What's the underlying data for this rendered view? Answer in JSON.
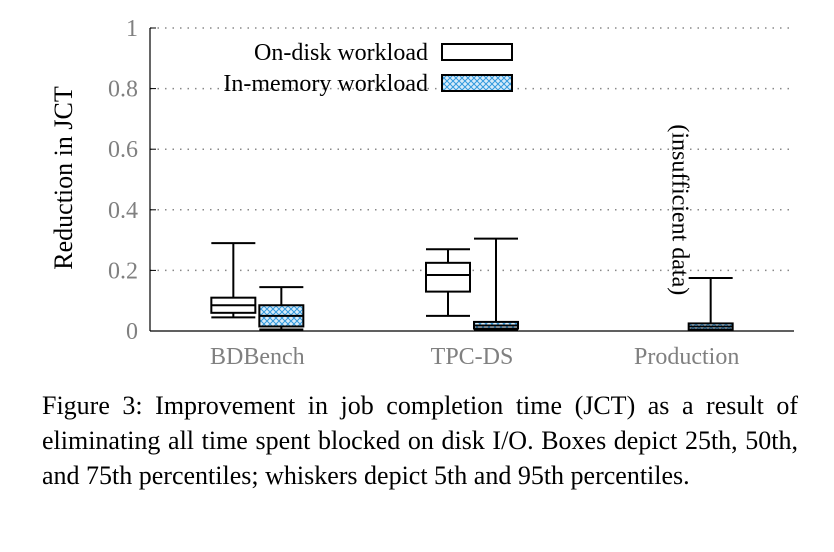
{
  "chart_data": {
    "type": "box",
    "title": "",
    "xlabel": "",
    "ylabel": "Reduction in JCT",
    "ylim": [
      0,
      1
    ],
    "yticks": [
      {
        "value": 0,
        "label": "0"
      },
      {
        "value": 0.2,
        "label": "0.2"
      },
      {
        "value": 0.4,
        "label": "0.4"
      },
      {
        "value": 0.6,
        "label": "0.6"
      },
      {
        "value": 0.8,
        "label": "0.8"
      },
      {
        "value": 1,
        "label": "1"
      }
    ],
    "grid": true,
    "legend_position": "top-left",
    "categories": [
      "BDBench",
      "TPC-DS",
      "Production"
    ],
    "series": [
      {
        "name": "On-disk workload",
        "pattern": "white",
        "boxes": [
          {
            "p5": 0.045,
            "p25": 0.06,
            "p50": 0.085,
            "p75": 0.11,
            "p95": 0.29
          },
          {
            "p5": 0.05,
            "p25": 0.13,
            "p50": 0.185,
            "p75": 0.225,
            "p95": 0.27
          },
          null
        ]
      },
      {
        "name": "In-memory workload",
        "pattern": "crosshatch",
        "boxes": [
          {
            "p5": 0.005,
            "p25": 0.015,
            "p50": 0.05,
            "p75": 0.085,
            "p95": 0.145
          },
          {
            "p5": 0.005,
            "p25": 0.008,
            "p50": 0.018,
            "p75": 0.03,
            "p95": 0.305
          },
          {
            "p5": 0.002,
            "p25": 0.005,
            "p50": 0.015,
            "p75": 0.025,
            "p95": 0.175
          }
        ]
      }
    ],
    "annotations": [
      {
        "text": "(insufficient data)",
        "category": "Production",
        "series": "On-disk workload"
      }
    ],
    "colors": {
      "axis_label": "#808080",
      "grid": "#888888",
      "hatch": "#3399dd",
      "hatch_bg": "#d8ecfa"
    }
  },
  "caption": "Figure 3: Improvement in job completion time (JCT) as a result of eliminating all time spent blocked on disk I/O. Boxes depict 25th, 50th, and 75th percentiles; whiskers depict 5th and 95th percentiles."
}
